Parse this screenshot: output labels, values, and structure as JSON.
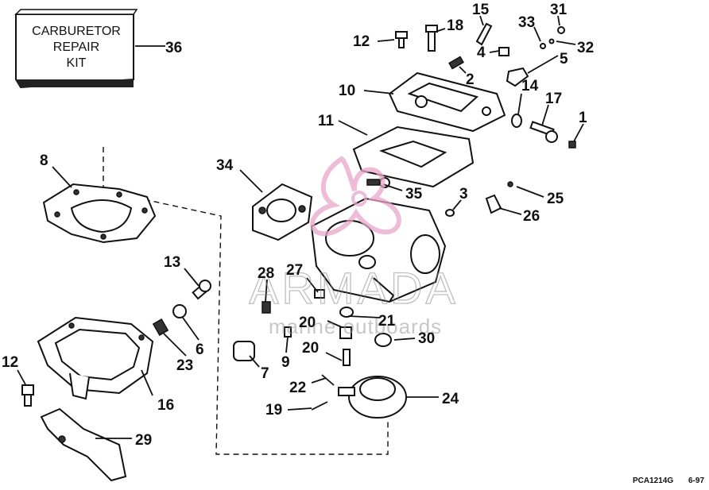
{
  "kit_box": {
    "line1": "CARBURETOR",
    "line2": "REPAIR",
    "line3": "KIT"
  },
  "callouts": [
    {
      "id": "c36",
      "label": "36"
    },
    {
      "id": "c15",
      "label": "15"
    },
    {
      "id": "c18",
      "label": "18"
    },
    {
      "id": "c12a",
      "label": "12"
    },
    {
      "id": "c33",
      "label": "33"
    },
    {
      "id": "c31",
      "label": "31"
    },
    {
      "id": "c32",
      "label": "32"
    },
    {
      "id": "c4",
      "label": "4"
    },
    {
      "id": "c5",
      "label": "5"
    },
    {
      "id": "c2",
      "label": "2"
    },
    {
      "id": "c10",
      "label": "10"
    },
    {
      "id": "c14",
      "label": "14"
    },
    {
      "id": "c17",
      "label": "17"
    },
    {
      "id": "c11",
      "label": "11"
    },
    {
      "id": "c1",
      "label": "1"
    },
    {
      "id": "c8",
      "label": "8"
    },
    {
      "id": "c34",
      "label": "34"
    },
    {
      "id": "c35",
      "label": "35"
    },
    {
      "id": "c3",
      "label": "3"
    },
    {
      "id": "c25",
      "label": "25"
    },
    {
      "id": "c26",
      "label": "26"
    },
    {
      "id": "c13",
      "label": "13"
    },
    {
      "id": "c28",
      "label": "28"
    },
    {
      "id": "c27",
      "label": "27"
    },
    {
      "id": "c21",
      "label": "21"
    },
    {
      "id": "c20a",
      "label": "20"
    },
    {
      "id": "c30",
      "label": "30"
    },
    {
      "id": "c23",
      "label": "23"
    },
    {
      "id": "c6",
      "label": "6"
    },
    {
      "id": "c9",
      "label": "9"
    },
    {
      "id": "c7",
      "label": "7"
    },
    {
      "id": "c20b",
      "label": "20"
    },
    {
      "id": "c22",
      "label": "22"
    },
    {
      "id": "c24",
      "label": "24"
    },
    {
      "id": "c12b",
      "label": "12"
    },
    {
      "id": "c16",
      "label": "16"
    },
    {
      "id": "c19",
      "label": "19"
    },
    {
      "id": "c29",
      "label": "29"
    }
  ],
  "watermark": {
    "brand": "ARMADA",
    "tagline": "marine outboards",
    "logo_color": "#e8a6c8"
  },
  "footer": {
    "code": "PCA1214G",
    "date": "6-97"
  }
}
